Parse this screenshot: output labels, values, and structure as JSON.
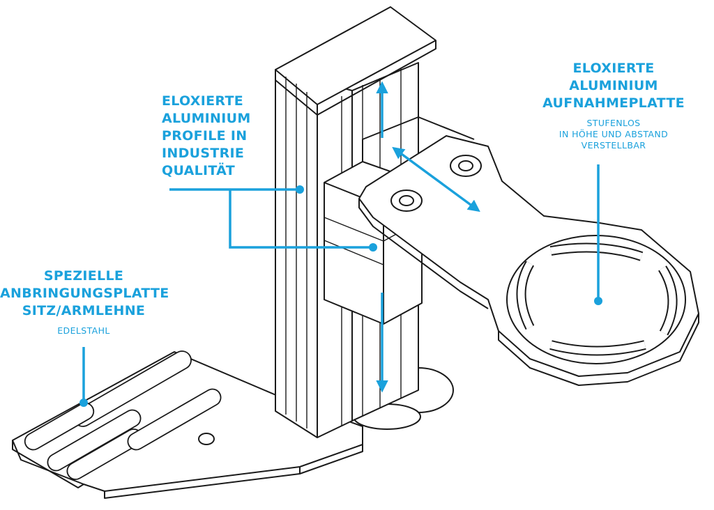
{
  "accent_color": "#1aa1dc",
  "line_color": "#1a1a1a",
  "callouts": {
    "profile": {
      "title": "ELOXIERTE\nALUMINIUM\nPROFILE IN\nINDUSTRIE\nQUALITÄT"
    },
    "mount_plate": {
      "title": "ELOXIERTE\nALUMINIUM\nAUFNAHMEPLATTE",
      "subtitle": "STUFENLOS\nIN HÖHE UND ABSTAND\nVERSTELLBAR"
    },
    "bracket": {
      "title": "SPEZIELLE\nANBRINGUNGSPLATTE\nSITZ/ARMLEHNE",
      "subtitle": "EDELSTAHL"
    }
  }
}
